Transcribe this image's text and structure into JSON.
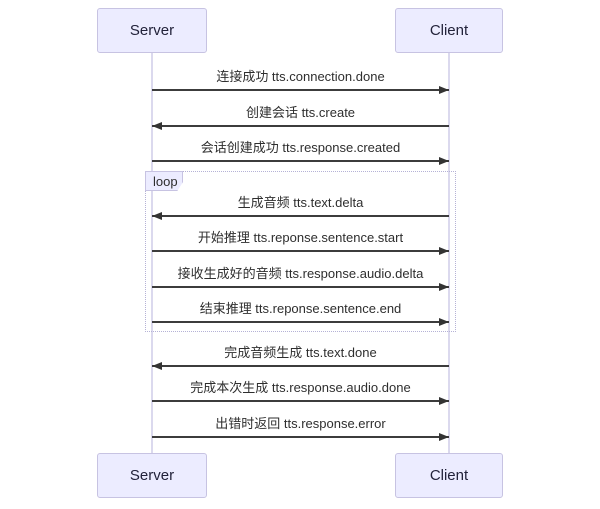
{
  "diagram": {
    "type": "sequence",
    "actors": {
      "server": "Server",
      "client": "Client"
    },
    "loop": {
      "label": "loop"
    },
    "messages": [
      {
        "text": "连接成功 tts.connection.done",
        "from": "server",
        "to": "client",
        "direction": "right",
        "in_loop": false
      },
      {
        "text": "创建会话 tts.create",
        "from": "client",
        "to": "server",
        "direction": "left",
        "in_loop": false
      },
      {
        "text": "会话创建成功 tts.response.created",
        "from": "server",
        "to": "client",
        "direction": "right",
        "in_loop": false
      },
      {
        "text": "生成音频 tts.text.delta",
        "from": "client",
        "to": "server",
        "direction": "left",
        "in_loop": true
      },
      {
        "text": "开始推理 tts.reponse.sentence.start",
        "from": "server",
        "to": "client",
        "direction": "right",
        "in_loop": true
      },
      {
        "text": "接收生成好的音频 tts.response.audio.delta",
        "from": "server",
        "to": "client",
        "direction": "right",
        "in_loop": true
      },
      {
        "text": "结束推理 tts.reponse.sentence.end",
        "from": "server",
        "to": "client",
        "direction": "right",
        "in_loop": true
      },
      {
        "text": "完成音频生成 tts.text.done",
        "from": "client",
        "to": "server",
        "direction": "left",
        "in_loop": false
      },
      {
        "text": "完成本次生成 tts.response.audio.done",
        "from": "server",
        "to": "client",
        "direction": "right",
        "in_loop": false
      },
      {
        "text": "出错时返回 tts.response.error",
        "from": "server",
        "to": "client",
        "direction": "right",
        "in_loop": false
      }
    ],
    "colors": {
      "actor_fill": "#ECECFF",
      "actor_border": "#c7c3e2",
      "lifeline": "#dbd9ee",
      "arrow": "#333333",
      "text": "#2e2e2e",
      "loop_border": "#b5b2d6",
      "background": "#ffffff"
    }
  }
}
